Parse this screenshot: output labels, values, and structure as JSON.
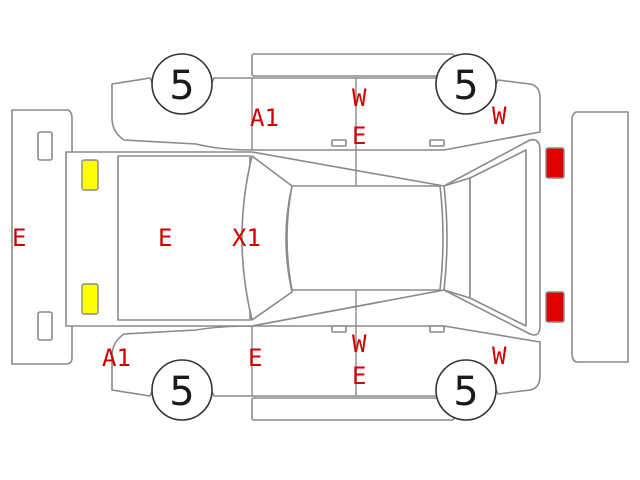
{
  "tire_grades": {
    "front_left": "5",
    "front_right": "5",
    "rear_left": "5",
    "rear_right": "5"
  },
  "damage_codes": {
    "front_bumper": "E",
    "hood": "E",
    "windshield": "X1",
    "a_pillar_upper": "A1",
    "a_pillar_lower": "A1",
    "roof_front_upper_w": "W",
    "roof_front_upper_e": "E",
    "rear_quarter_upper": "W",
    "fender_lower": "E",
    "door_lower_w": "W",
    "door_lower_e": "E",
    "rear_quarter_lower": "W"
  },
  "colors": {
    "outline": "#8a8a8a",
    "code_text": "#d10000",
    "headlight": "#ffff00",
    "taillight": "#e00000"
  }
}
